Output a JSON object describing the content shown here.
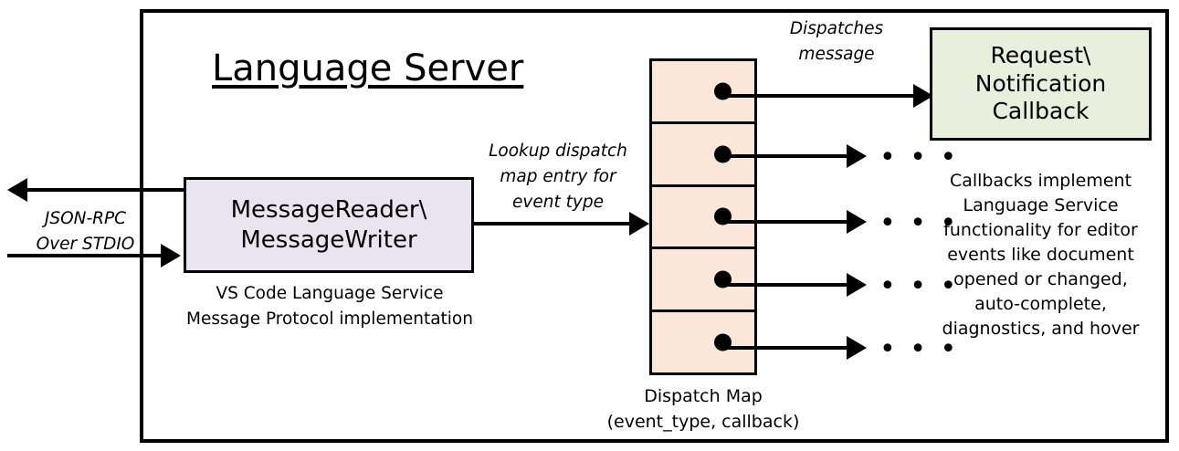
{
  "diagram": {
    "frame_title": "Language Server",
    "boxes": {
      "reader": {
        "line1": "MessageReader\\",
        "line2": "MessageWriter",
        "caption_line1": "VS Code Language Service",
        "caption_line2": "Message Protocol implementation",
        "fill": "#e9e5f0"
      },
      "callback": {
        "line1": "Request\\",
        "line2": "Notification",
        "line3": "Callback",
        "fill": "#e8efdd",
        "caption_line1": "Callbacks implement",
        "caption_line2": "Language Service",
        "caption_line3": "functionality for editor",
        "caption_line4": "events like document",
        "caption_line5": "opened or changed,",
        "caption_line6": "auto-complete,",
        "caption_line7": "diagnostics, and hover"
      },
      "dispatch_map": {
        "caption_line1": "Dispatch Map",
        "caption_line2": "(event_type, callback)",
        "fill": "#fbe7da",
        "row_count": 5
      }
    },
    "labels": {
      "jsonrpc_line1": "JSON-RPC",
      "jsonrpc_line2": "Over STDIO",
      "lookup_line1": "Lookup dispatch",
      "lookup_line2": "map entry for",
      "lookup_line3": "event type",
      "dispatches_line1": "Dispatches",
      "dispatches_line2": "message",
      "ellipsis": "• • •"
    }
  }
}
